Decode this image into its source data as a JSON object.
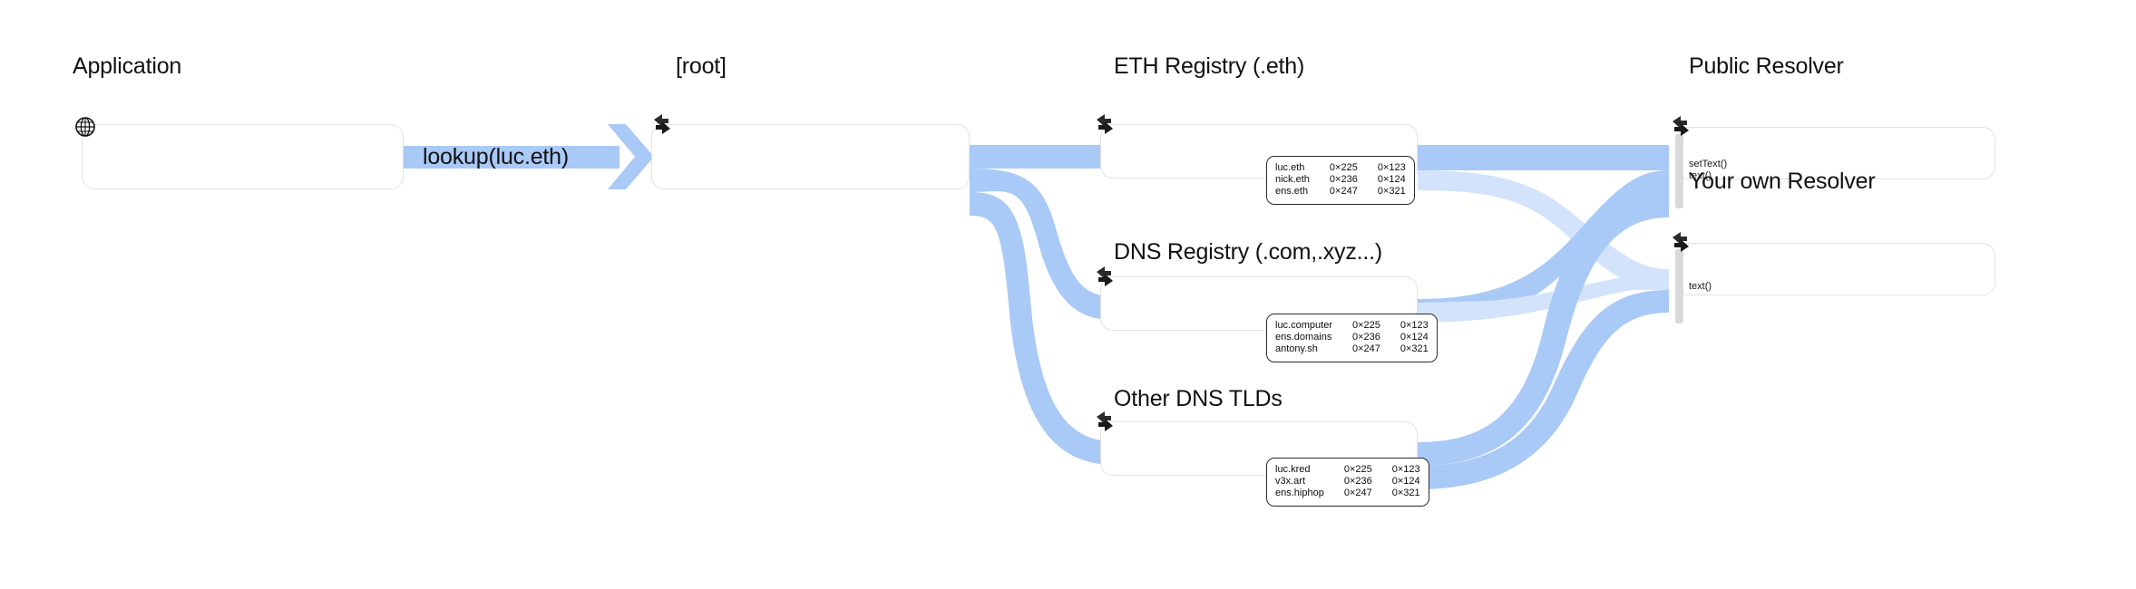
{
  "diagram": {
    "title_hidden": "",
    "accent_ribbon": "#a9c9f7",
    "accent_ribbon_light": "#d3e3fb",
    "node_border": "#e2e2e2",
    "handle_color": "#d9d9d9",
    "records_border": "#2b2b2b",
    "text_color": "#111111"
  },
  "nodes": {
    "application": {
      "label": "Application",
      "icon": "globe-icon"
    },
    "root": {
      "label": "[root]",
      "icon": "contract-icon"
    },
    "eth_registry": {
      "label": "ETH Registry (.eth)",
      "icon": "contract-icon"
    },
    "dns_registry": {
      "label": "DNS Registry (.com,.xyz...)",
      "icon": "contract-icon"
    },
    "other_tlds": {
      "label": "Other DNS TLDs",
      "icon": "contract-icon"
    },
    "public_resolver": {
      "label": "Public Resolver",
      "icon": "contract-icon",
      "methods": [
        "setText()",
        "text()"
      ]
    },
    "own_resolver": {
      "label": "Your own Resolver",
      "icon": "contract-icon",
      "methods": [
        "text()"
      ]
    }
  },
  "edges": {
    "lookup": {
      "label": "lookup(luc.eth)"
    }
  },
  "records": {
    "eth_registry": {
      "rows": [
        {
          "name": "luc.eth",
          "a": "0×225",
          "b": "0×123"
        },
        {
          "name": "nick.eth",
          "a": "0×236",
          "b": "0×124"
        },
        {
          "name": "ens.eth",
          "a": "0×247",
          "b": "0×321"
        }
      ]
    },
    "dns_registry": {
      "rows": [
        {
          "name": "luc.computer",
          "a": "0×225",
          "b": "0×123"
        },
        {
          "name": "ens.domains",
          "a": "0×236",
          "b": "0×124"
        },
        {
          "name": "antony.sh",
          "a": "0×247",
          "b": "0×321"
        }
      ]
    },
    "other_tlds": {
      "rows": [
        {
          "name": "luc.kred",
          "a": "0×225",
          "b": "0×123"
        },
        {
          "name": "v3x.art",
          "a": "0×236",
          "b": "0×124"
        },
        {
          "name": "ens.hiphop",
          "a": "0×247",
          "b": "0×321"
        }
      ]
    }
  }
}
